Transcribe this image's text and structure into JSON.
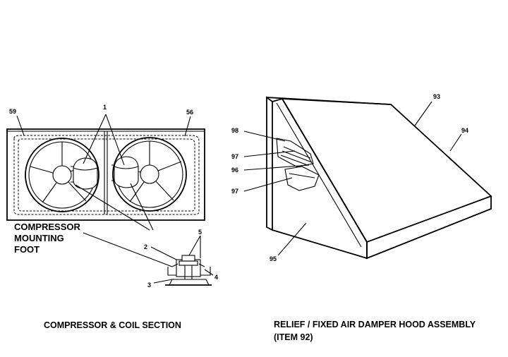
{
  "left_assembly": {
    "callouts": {
      "c1": "1",
      "c2": "2",
      "c3": "3",
      "c4": "4",
      "c5": "5",
      "c56": "56",
      "c59": "59"
    },
    "label_lines": [
      "COMPRESSOR",
      "MOUNTING",
      "FOOT"
    ],
    "caption": "COMPRESSOR & COIL SECTION"
  },
  "right_assembly": {
    "callouts": {
      "c93": "93",
      "c94": "94",
      "c95": "95",
      "c96": "96",
      "c97a": "97",
      "c97b": "97",
      "c98": "98"
    },
    "caption_lines": [
      "RELIEF / FIXED AIR DAMPER HOOD ASSEMBLY",
      "(ITEM 92)"
    ]
  }
}
